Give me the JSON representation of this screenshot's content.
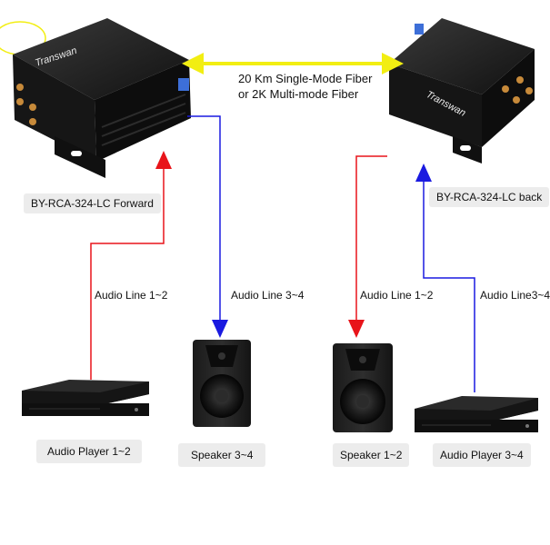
{
  "devices": {
    "forward_unit": {
      "brand": "Transwan",
      "label": "BY-RCA-324-LC Forward"
    },
    "back_unit": {
      "brand": "Transwan",
      "label": "BY-RCA-324-LC back"
    }
  },
  "fiber": {
    "line1": "20 Km Single-Mode Fiber",
    "line2": "or 2K Multi-mode Fiber"
  },
  "links": {
    "left_red": "Audio Line 1~2",
    "left_blue": "Audio Line 3~4",
    "right_red": "Audio Line 1~2",
    "right_blue": "Audio Line3~4"
  },
  "endpoints": {
    "player_left": "Audio Player 1~2",
    "speaker_left": "Speaker 3~4",
    "speaker_right": "Speaker 1~2",
    "player_right": "Audio Player 3~4"
  },
  "colors": {
    "red_line": "#e8141a",
    "blue_line": "#1a1ae0",
    "yellow_arrow": "#f2ee12",
    "device_body": "#1b1b1b"
  }
}
